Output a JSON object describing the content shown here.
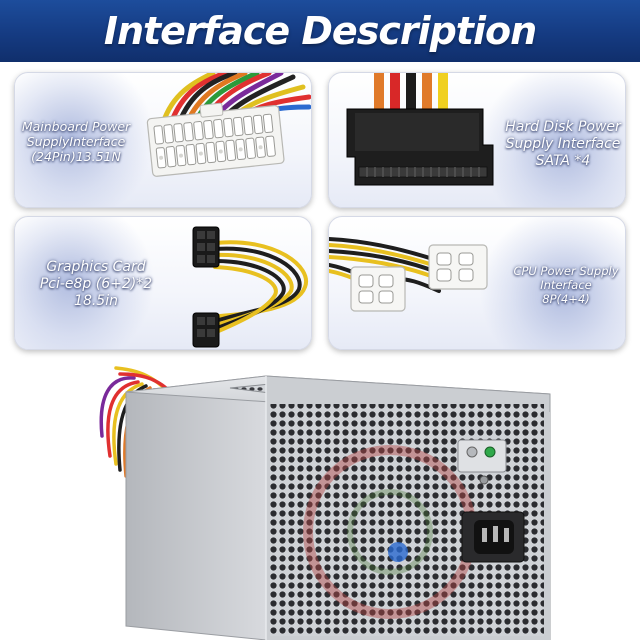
{
  "header": {
    "title": "Interface Description"
  },
  "panels": [
    {
      "lines": [
        "Mainboard Power",
        "SupplyInterface",
        "(24Pin)13.51N"
      ]
    },
    {
      "lines": [
        "Hard Disk Power",
        "Supply Interface",
        "SATA *4"
      ]
    },
    {
      "lines": [
        "Graphics Card",
        "Pci-e8p (6+2)*2",
        "18.5in"
      ]
    },
    {
      "lines": [
        "CPU Power Supply",
        "Interface",
        "8P(4+4)"
      ]
    }
  ],
  "colors": {
    "banner": "#153b82",
    "psu_body": "#c9ccd0",
    "led_green": "#2fa84a"
  },
  "icons": {
    "connector_24pin": "mainboard-connector-icon",
    "connector_sata": "sata-connector-icon",
    "connector_pcie": "pcie-connector-icon",
    "connector_cpu": "cpu-connector-icon",
    "product": "power-supply-unit-image"
  }
}
